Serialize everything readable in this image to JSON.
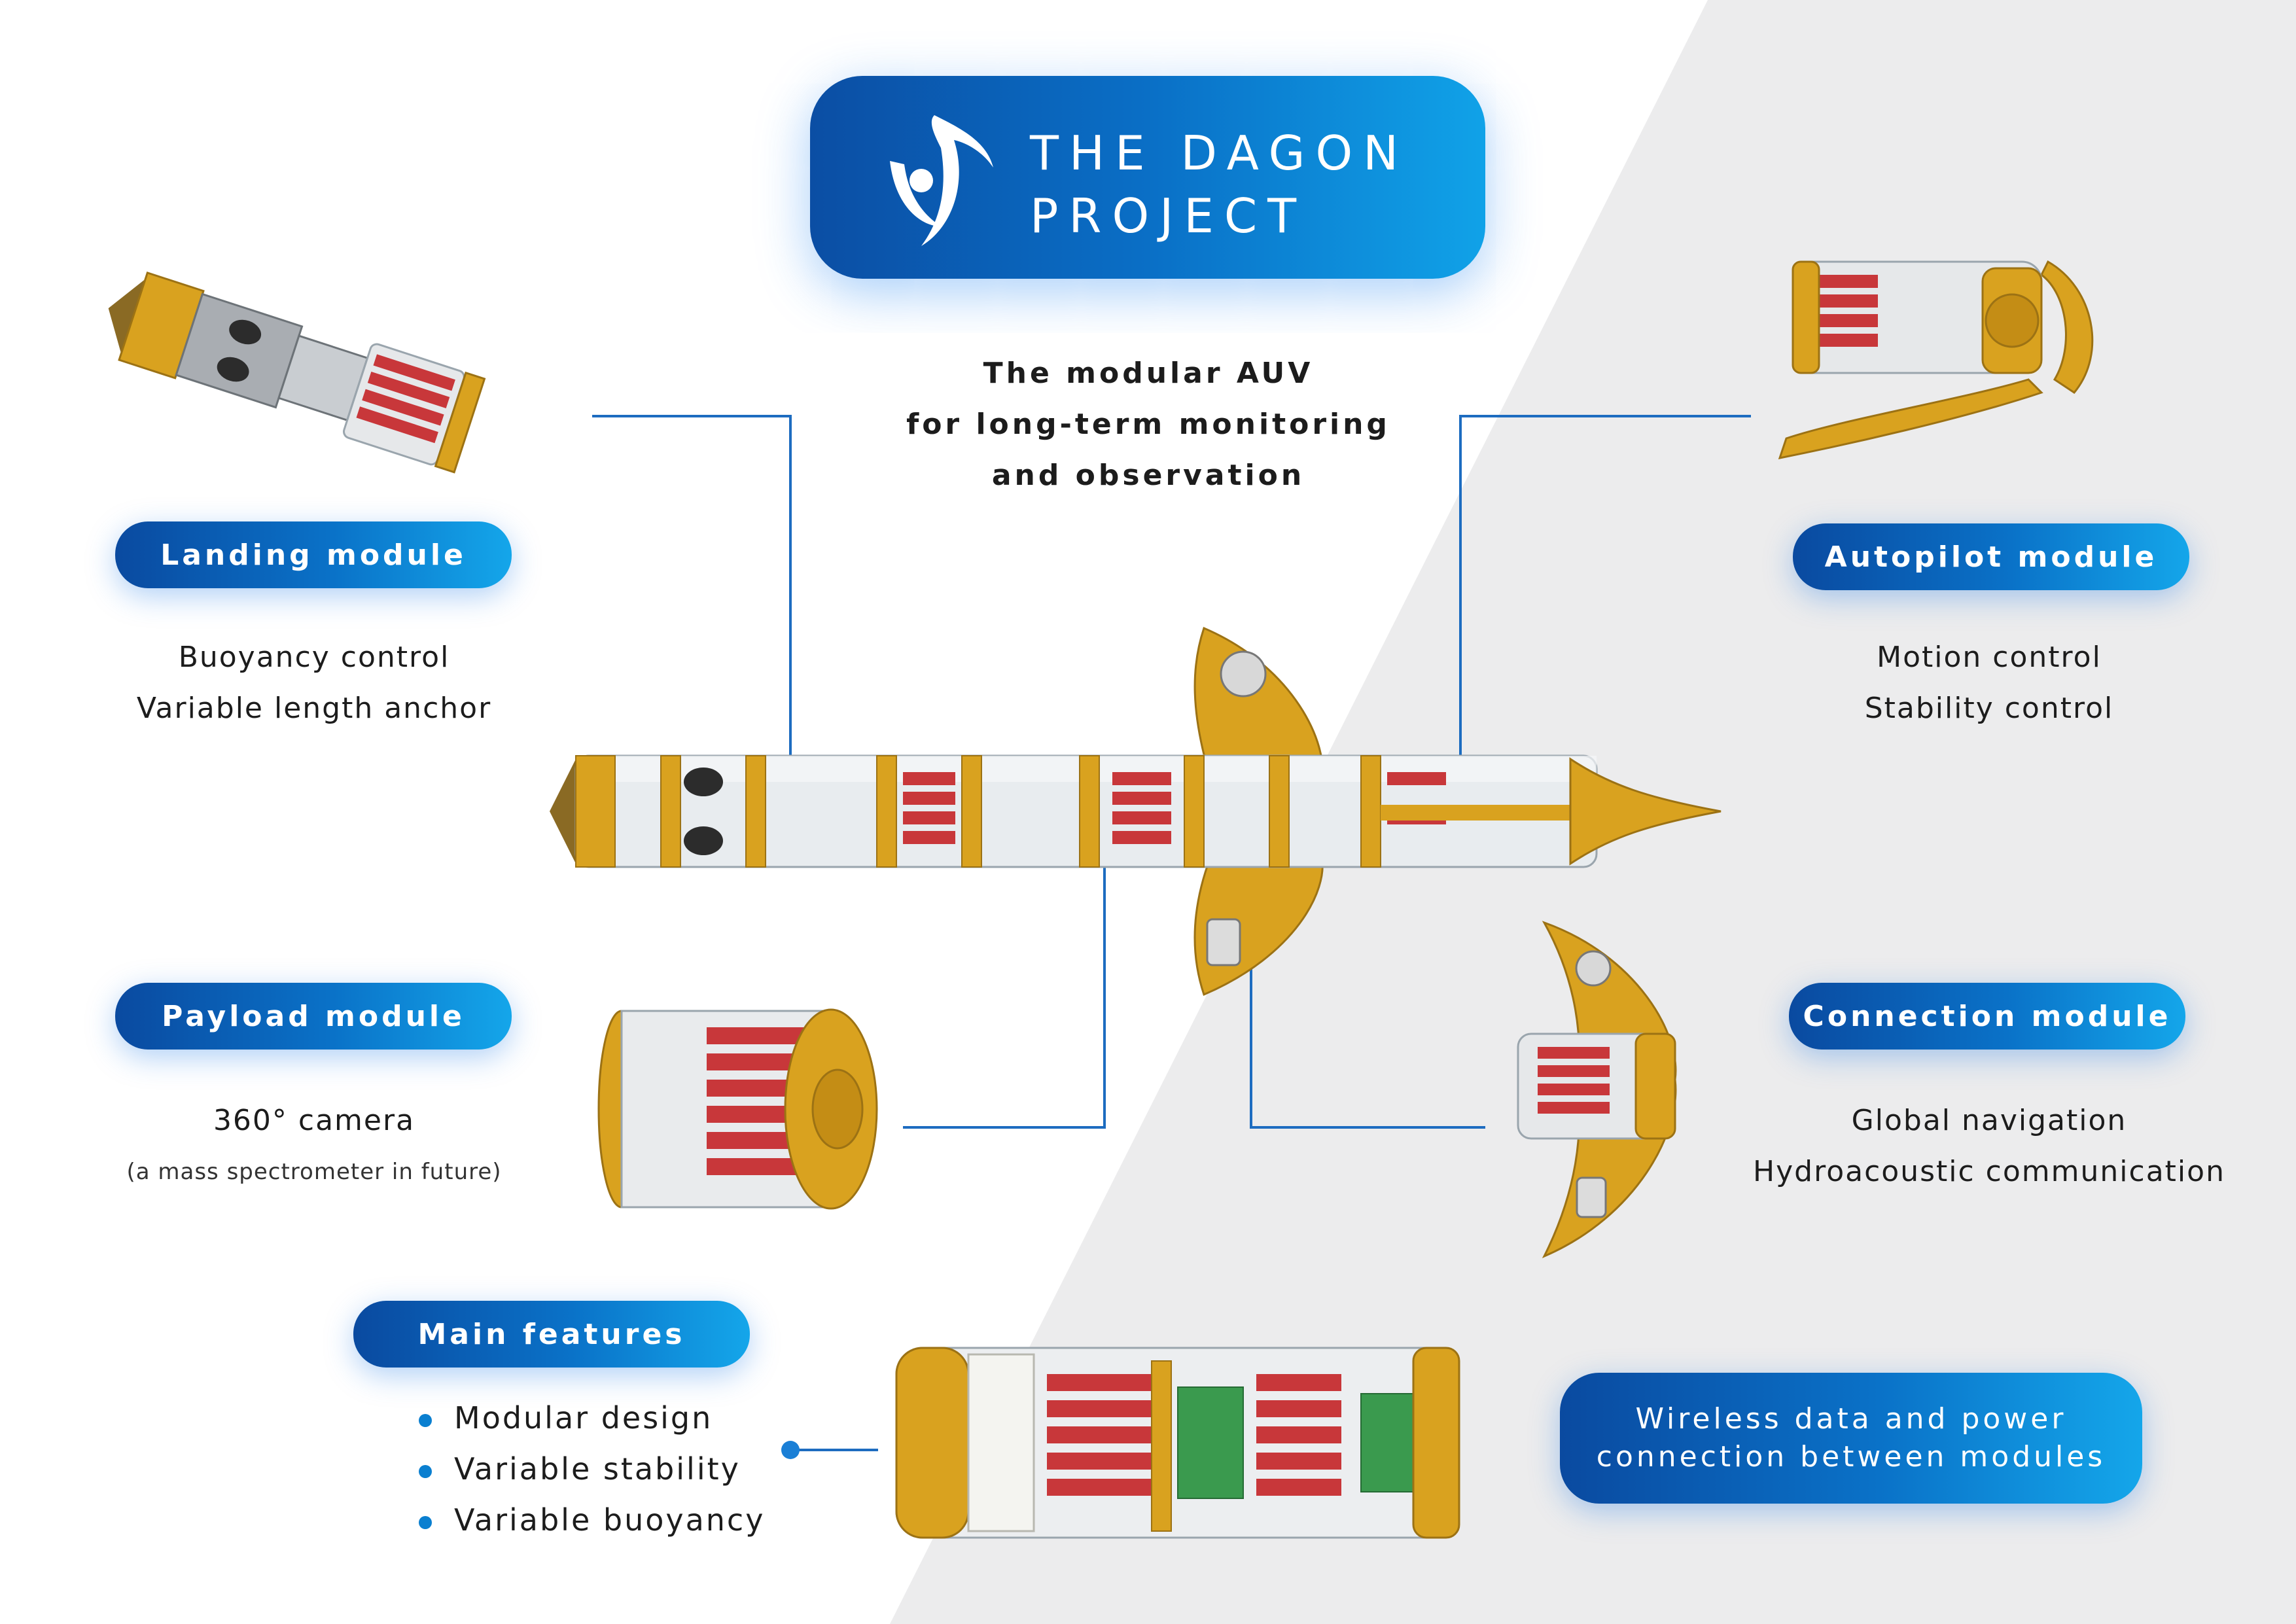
{
  "title": {
    "line1": "THE DAGON",
    "line2": "PROJECT"
  },
  "tagline": [
    "The modular AUV",
    "for long-term monitoring",
    "and observation"
  ],
  "modules": {
    "landing": {
      "label": "Landing module",
      "lines": [
        "Buoyancy control",
        "Variable length anchor"
      ]
    },
    "autopilot": {
      "label": "Autopilot module",
      "lines": [
        "Motion control",
        "Stability control"
      ]
    },
    "payload": {
      "label": "Payload module",
      "lines": [
        "360° camera"
      ],
      "note": "(a mass spectrometer in future)"
    },
    "connection": {
      "label": "Connection module",
      "lines": [
        "Global navigation",
        "Hydroacoustic communication"
      ]
    }
  },
  "main_features": {
    "label": "Main features",
    "items": [
      "Modular design",
      "Variable stability",
      "Variable buoyancy"
    ]
  },
  "wireless": {
    "line1": "Wireless data and power",
    "line2": "connection between modules"
  },
  "colors": {
    "brand_blue": "#0a5fb8",
    "accent_light_blue": "#14a6ea",
    "hull_gold": "#d9a21f",
    "battery_red": "#c8373a"
  },
  "icons": [
    "dagon-logo-icon",
    "bullet-dot-icon"
  ]
}
